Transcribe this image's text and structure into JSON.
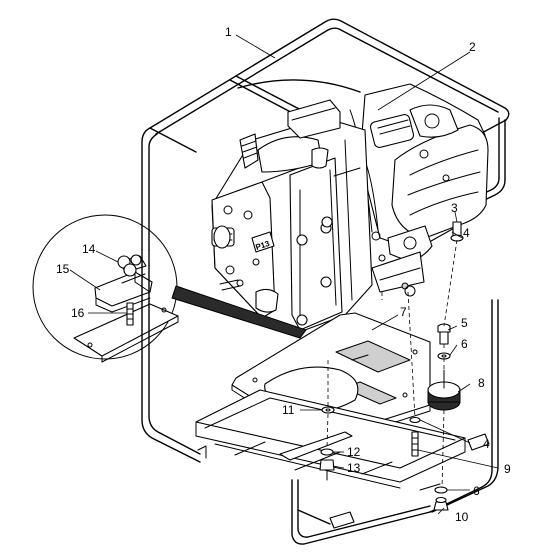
{
  "callouts": [
    {
      "id": "c1",
      "number": "1"
    },
    {
      "id": "c2",
      "number": "2"
    },
    {
      "id": "c3",
      "number": "3"
    },
    {
      "id": "c4a",
      "number": "4"
    },
    {
      "id": "c5",
      "number": "5"
    },
    {
      "id": "c6a",
      "number": "6"
    },
    {
      "id": "c7",
      "number": "7"
    },
    {
      "id": "c8",
      "number": "8"
    },
    {
      "id": "c4b",
      "number": "4"
    },
    {
      "id": "c9",
      "number": "9"
    },
    {
      "id": "c6b",
      "number": "6"
    },
    {
      "id": "c10",
      "number": "10"
    },
    {
      "id": "c11",
      "number": "11"
    },
    {
      "id": "c12",
      "number": "12"
    },
    {
      "id": "c13",
      "number": "13"
    },
    {
      "id": "c14",
      "number": "14"
    },
    {
      "id": "c15",
      "number": "15"
    },
    {
      "id": "c16",
      "number": "16"
    }
  ],
  "pump_marking": "P13"
}
